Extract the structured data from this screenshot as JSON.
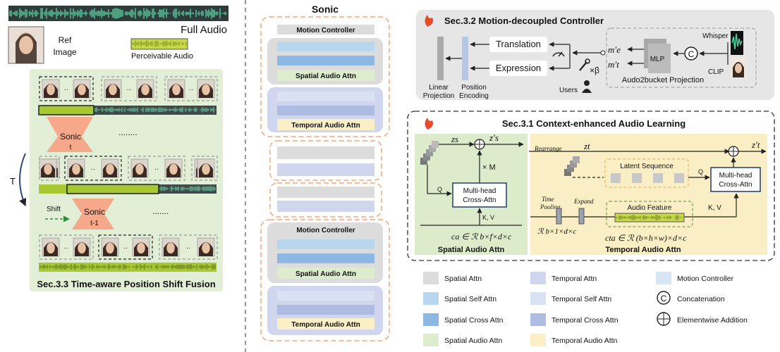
{
  "left": {
    "full_audio": "Full Audio",
    "ref_image": [
      "Ref",
      "Image"
    ],
    "perceivable_audio": "Perceivable Audio",
    "sonic_t": [
      "Sonic",
      "t"
    ],
    "sonic_t1": [
      "Sonic",
      "t-1"
    ],
    "dots": "........",
    "dots2": ".......",
    "ellipsis": "··",
    "T": "T",
    "shift": "Shift",
    "section_title": "Sec.3.3 Time-aware Position Shift Fusion"
  },
  "middle": {
    "title": "Sonic",
    "motion_controller": "Motion Controller",
    "spatial_audio_attn": "Spatial Audio Attn",
    "temporal_audio_attn": "Temporal Audio Attn"
  },
  "motion": {
    "title": "Sec.3.2 Motion-decoupled Controller",
    "translation": "Translation",
    "expression": "Expression",
    "linear_projection": [
      "Linear",
      "Projection"
    ],
    "position_encoding": [
      "Position",
      "Encoding"
    ],
    "users": "Users",
    "beta": "×β",
    "m_e": "m′e",
    "m_t": "m′t",
    "mlp": "MLP",
    "concat": "C",
    "whisper": "Whisper",
    "clip": "CLIP",
    "audio2bucket": "Audo2bucket Projection"
  },
  "context": {
    "title": "Sec.3.1 Context-enhanced Audio Learning",
    "zs": "zs",
    "zs_prime": "z′s",
    "times_m": "× M",
    "q": "Q",
    "kv": "K, V",
    "mhca": [
      "Multi-head",
      "Cross-Attn"
    ],
    "ca": "ca ∈ ℛ b×f×d×c",
    "spatial_label": "Spatial Audio Attn",
    "rearrange": "Rearrange",
    "zt": "zt",
    "zt_prime": "z′t",
    "latent_sequence": "Latent Sequence",
    "time_pooling": [
      "Time",
      "Pooling"
    ],
    "expand": "Expand",
    "r_b1": "ℛ b×1×d×c",
    "audio_feature": "Audio Feature",
    "cta": "cta ∈ ℛ (b×h×w)×d×c",
    "temporal_label": "Temporal Audio Attn"
  },
  "legend": [
    {
      "label": "Spatial Attn",
      "color": "#dcdcdc"
    },
    {
      "label": "Spatial Self Attn",
      "color": "#b9d6ef"
    },
    {
      "label": "Spatial Cross Attn",
      "color": "#8db8e4"
    },
    {
      "label": "Spatial Audio Attn",
      "color": "#dceccd"
    },
    {
      "label": "Temporal Attn",
      "color": "#cfd6ee"
    },
    {
      "label": "Temporal Self Attn",
      "color": "#d9e2f4"
    },
    {
      "label": "Temporal Cross Attn",
      "color": "#aebbe2"
    },
    {
      "label": "Temporal Audio Attn",
      "color": "#faefc6"
    },
    {
      "label": "Motion Controller",
      "color": "#d7e6f5"
    },
    {
      "label": "Concatenation",
      "color": "#ffffff"
    },
    {
      "label": "Elementwise Addition",
      "color": "#ffffff"
    }
  ]
}
